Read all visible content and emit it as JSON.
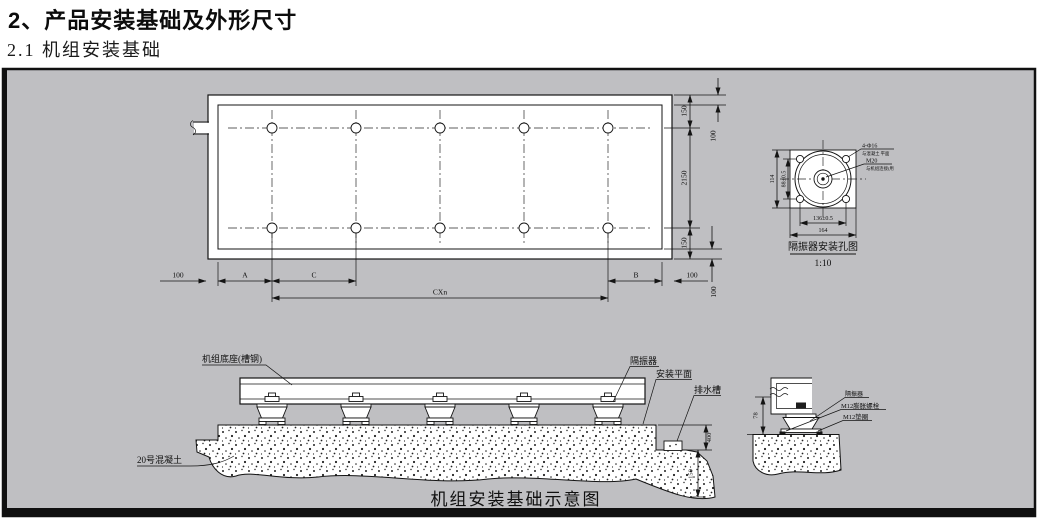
{
  "page": {
    "title": "2、产品安装基础及外形尺寸",
    "subtitle": "2.1 机组安装基础",
    "caption": "机组安装基础示意图"
  },
  "colors": {
    "panel_bg": "#bfbfc2",
    "line": "#141414",
    "paper": "#ffffff"
  },
  "plan_view": {
    "dim_margin_left": "100",
    "dim_a": "A",
    "dim_c": "C",
    "dim_cxn": "CXn",
    "dim_b": "B",
    "dim_margin_right": "100",
    "dim_edge_top": "150",
    "dim_length": "2150",
    "dim_edge_bottom": "150",
    "dim_margin_top": "100",
    "dim_margin_bottom": "100"
  },
  "isolator_hole_detail": {
    "caption": "隔振器安装孔图",
    "scale": "1:10",
    "dim_plate_width": "164",
    "dim_hole_span_w": "136±0.5",
    "dim_plate_height": "114",
    "dim_hole_span_h": "88±0.5",
    "label_corner_holes": "4-Φ16",
    "note_corner_holes": "与混凝土 平面",
    "label_center_bolt": "M20",
    "note_center_bolt": "与机组连接(用"
  },
  "elevation_view": {
    "label_unit_base": "机组底座(槽钢)",
    "label_isolator": "隔振器",
    "label_mounting_plane": "安装平面",
    "label_drain_channel": "排水槽",
    "label_concrete": "20号混凝土",
    "dim_drain_offset": "400",
    "dim_foundation_depth": "150"
  },
  "section_detail": {
    "dim_isolator_height": "78",
    "label_isolator": "隔振器",
    "label_expansion_bolt": "M12膨胀螺栓",
    "label_washer": "M12垫圈"
  }
}
